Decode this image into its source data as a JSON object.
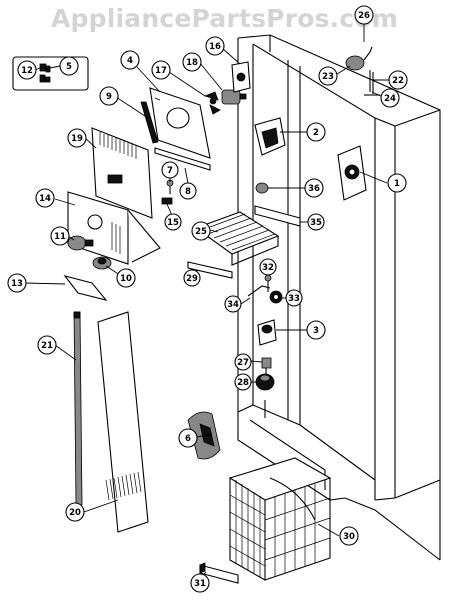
{
  "watermark": "AppliancePartsPros.com",
  "colors": {
    "ink": "#000000",
    "paper": "#ffffff",
    "watermark": "#d4d4d4"
  },
  "callouts": [
    {
      "id": "1",
      "label": "1"
    },
    {
      "id": "2",
      "label": "2"
    },
    {
      "id": "3",
      "label": "3"
    },
    {
      "id": "4",
      "label": "4"
    },
    {
      "id": "5",
      "label": "5"
    },
    {
      "id": "6",
      "label": "6"
    },
    {
      "id": "7",
      "label": "7"
    },
    {
      "id": "8",
      "label": "8"
    },
    {
      "id": "9",
      "label": "9"
    },
    {
      "id": "10",
      "label": "10"
    },
    {
      "id": "11",
      "label": "11"
    },
    {
      "id": "12",
      "label": "12"
    },
    {
      "id": "13",
      "label": "13"
    },
    {
      "id": "14",
      "label": "14"
    },
    {
      "id": "15",
      "label": "15"
    },
    {
      "id": "16",
      "label": "16"
    },
    {
      "id": "17",
      "label": "17"
    },
    {
      "id": "18",
      "label": "18"
    },
    {
      "id": "19",
      "label": "19"
    },
    {
      "id": "20",
      "label": "20"
    },
    {
      "id": "21",
      "label": "21"
    },
    {
      "id": "22",
      "label": "22"
    },
    {
      "id": "23",
      "label": "23"
    },
    {
      "id": "24",
      "label": "24"
    },
    {
      "id": "25",
      "label": "25"
    },
    {
      "id": "26",
      "label": "26"
    },
    {
      "id": "27",
      "label": "27"
    },
    {
      "id": "28",
      "label": "28"
    },
    {
      "id": "29",
      "label": "29"
    },
    {
      "id": "30",
      "label": "30"
    },
    {
      "id": "31",
      "label": "31"
    },
    {
      "id": "32",
      "label": "32"
    },
    {
      "id": "33",
      "label": "33"
    },
    {
      "id": "34",
      "label": "34"
    },
    {
      "id": "35",
      "label": "35"
    },
    {
      "id": "36",
      "label": "36"
    }
  ]
}
